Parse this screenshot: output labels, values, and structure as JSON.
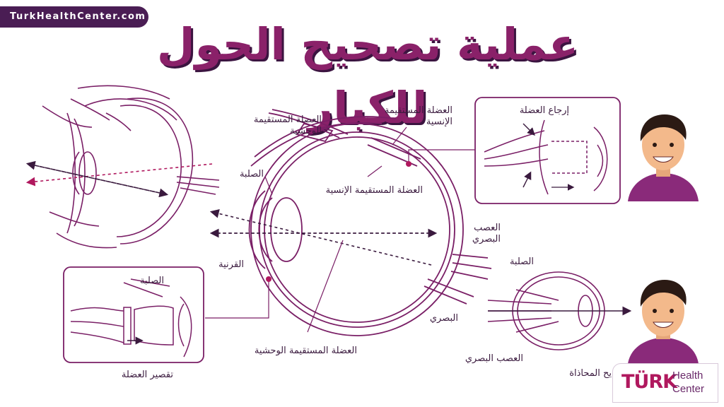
{
  "site_tag": "TurkHealthCenter.com",
  "title": "عملية تصحيح الحول للكبار",
  "labels": {
    "lateral_rectus_top": "العضلة المستقيمة\nالوحشية",
    "medial_rectus_top": "العضلة المستقيمة\nالإنسية",
    "medial_rectus_mid": "العضلة المستقيمة الإنسية",
    "sclera_main": "الصلبة",
    "cornea": "القرنية",
    "optic_nerve_main": "العصب\nالبصري",
    "optic_main_lower": "البصري",
    "lateral_rectus_bottom": "العضلة المستقيمة الوحشية",
    "muscle_recession": "إرجاع العضلة",
    "muscle_resection": "تقصير العضلة",
    "sclera_resection": "الصلبة",
    "sclera_small_eye": "الصلبة",
    "optic_nerve_small_eye": "العصب البصري",
    "alignment_correction": "يح المحاذاة"
  },
  "brand": {
    "turk": "TÜRK",
    "line1": "Health",
    "line2": "Center"
  },
  "colors": {
    "primary": "#7a1f66",
    "dark": "#3a1a3e",
    "accent": "#b0185e",
    "skin": "#f3b98b",
    "hair": "#2b1a14",
    "shirt": "#8a2a7a"
  }
}
